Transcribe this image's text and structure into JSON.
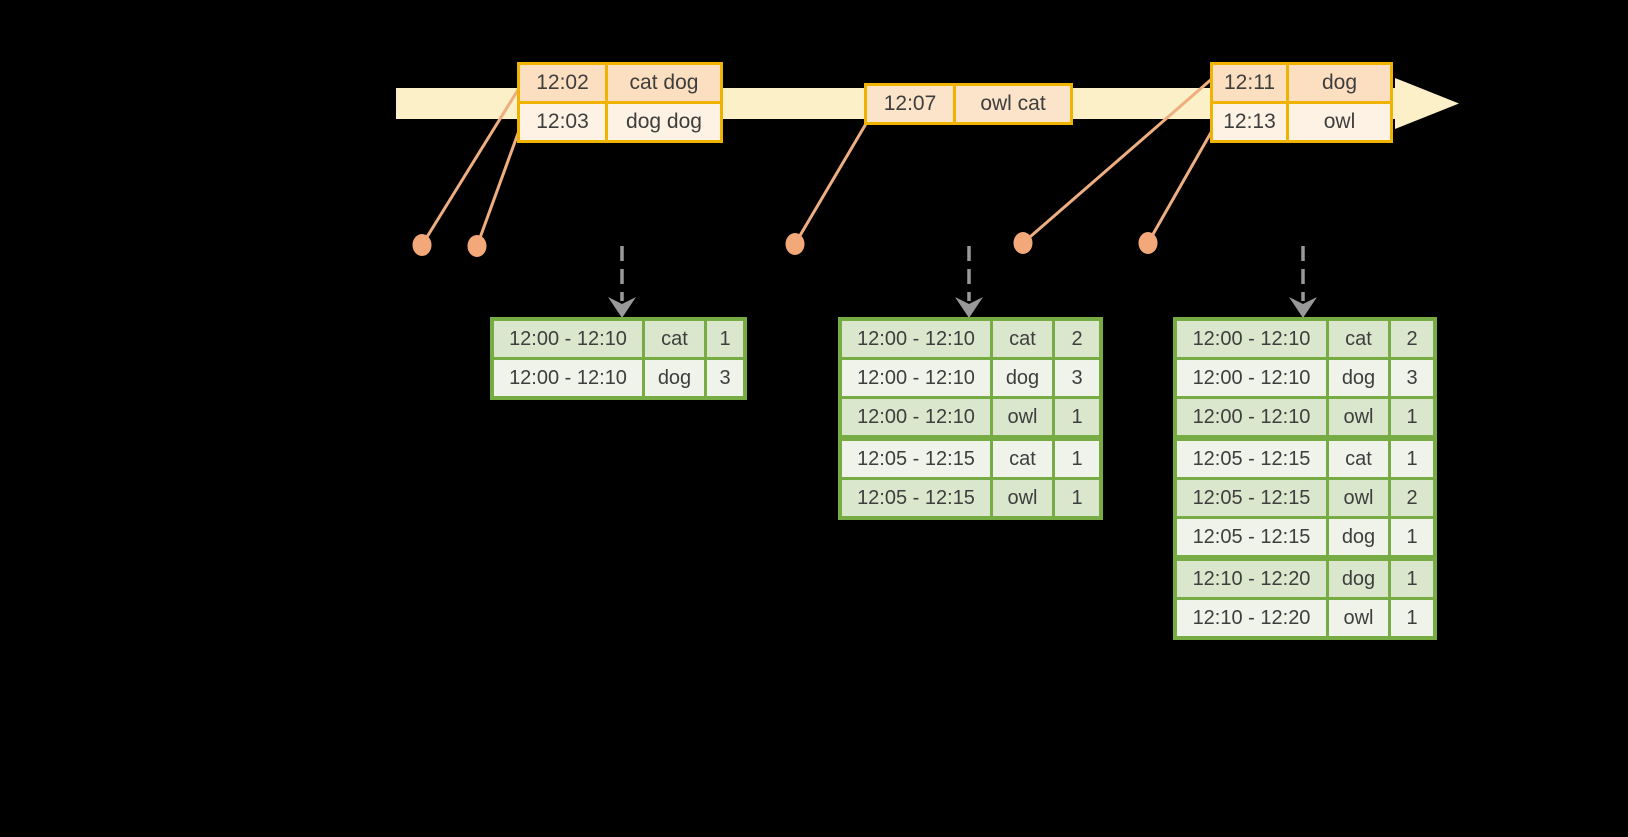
{
  "canvas": {
    "background": "#000000"
  },
  "palette": {
    "timeline_band": "#FBF0C7",
    "event_box_border": "#F0B400",
    "event_row_peach": "#FBDFC0",
    "event_row_cream": "#FDF2E3",
    "event_dot": "#F2A878",
    "connector_line": "#EFAE80",
    "trigger_arrow": "#999999",
    "table_border": "#77AB43",
    "table_row_shaded": "#DBE7CD",
    "table_row_light": "#EFF3EA",
    "text": "#3E3E3E"
  },
  "batches": [
    {
      "rows": [
        {
          "time": "12:02",
          "words": "cat dog"
        },
        {
          "time": "12:03",
          "words": "dog dog"
        }
      ]
    },
    {
      "rows": [
        {
          "time": "12:07",
          "words": "owl cat"
        }
      ]
    },
    {
      "rows": [
        {
          "time": "12:11",
          "words": "dog"
        },
        {
          "time": "12:13",
          "words": "owl"
        }
      ]
    }
  ],
  "tables": [
    {
      "rows": [
        {
          "window": "12:00 - 12:10",
          "word": "cat",
          "count": "1"
        },
        {
          "window": "12:00 - 12:10",
          "word": "dog",
          "count": "3"
        }
      ]
    },
    {
      "rows": [
        {
          "window": "12:00 - 12:10",
          "word": "cat",
          "count": "2"
        },
        {
          "window": "12:00 - 12:10",
          "word": "dog",
          "count": "3"
        },
        {
          "window": "12:00 - 12:10",
          "word": "owl",
          "count": "1"
        },
        {
          "window": "12:05 - 12:15",
          "word": "cat",
          "count": "1"
        },
        {
          "window": "12:05 - 12:15",
          "word": "owl",
          "count": "1"
        }
      ]
    },
    {
      "rows": [
        {
          "window": "12:00 - 12:10",
          "word": "cat",
          "count": "2"
        },
        {
          "window": "12:00 - 12:10",
          "word": "dog",
          "count": "3"
        },
        {
          "window": "12:00 - 12:10",
          "word": "owl",
          "count": "1"
        },
        {
          "window": "12:05 - 12:15",
          "word": "cat",
          "count": "1"
        },
        {
          "window": "12:05 - 12:15",
          "word": "owl",
          "count": "2"
        },
        {
          "window": "12:05 - 12:15",
          "word": "dog",
          "count": "1"
        },
        {
          "window": "12:10 - 12:20",
          "word": "dog",
          "count": "1"
        },
        {
          "window": "12:10 - 12:20",
          "word": "owl",
          "count": "1"
        }
      ]
    }
  ]
}
